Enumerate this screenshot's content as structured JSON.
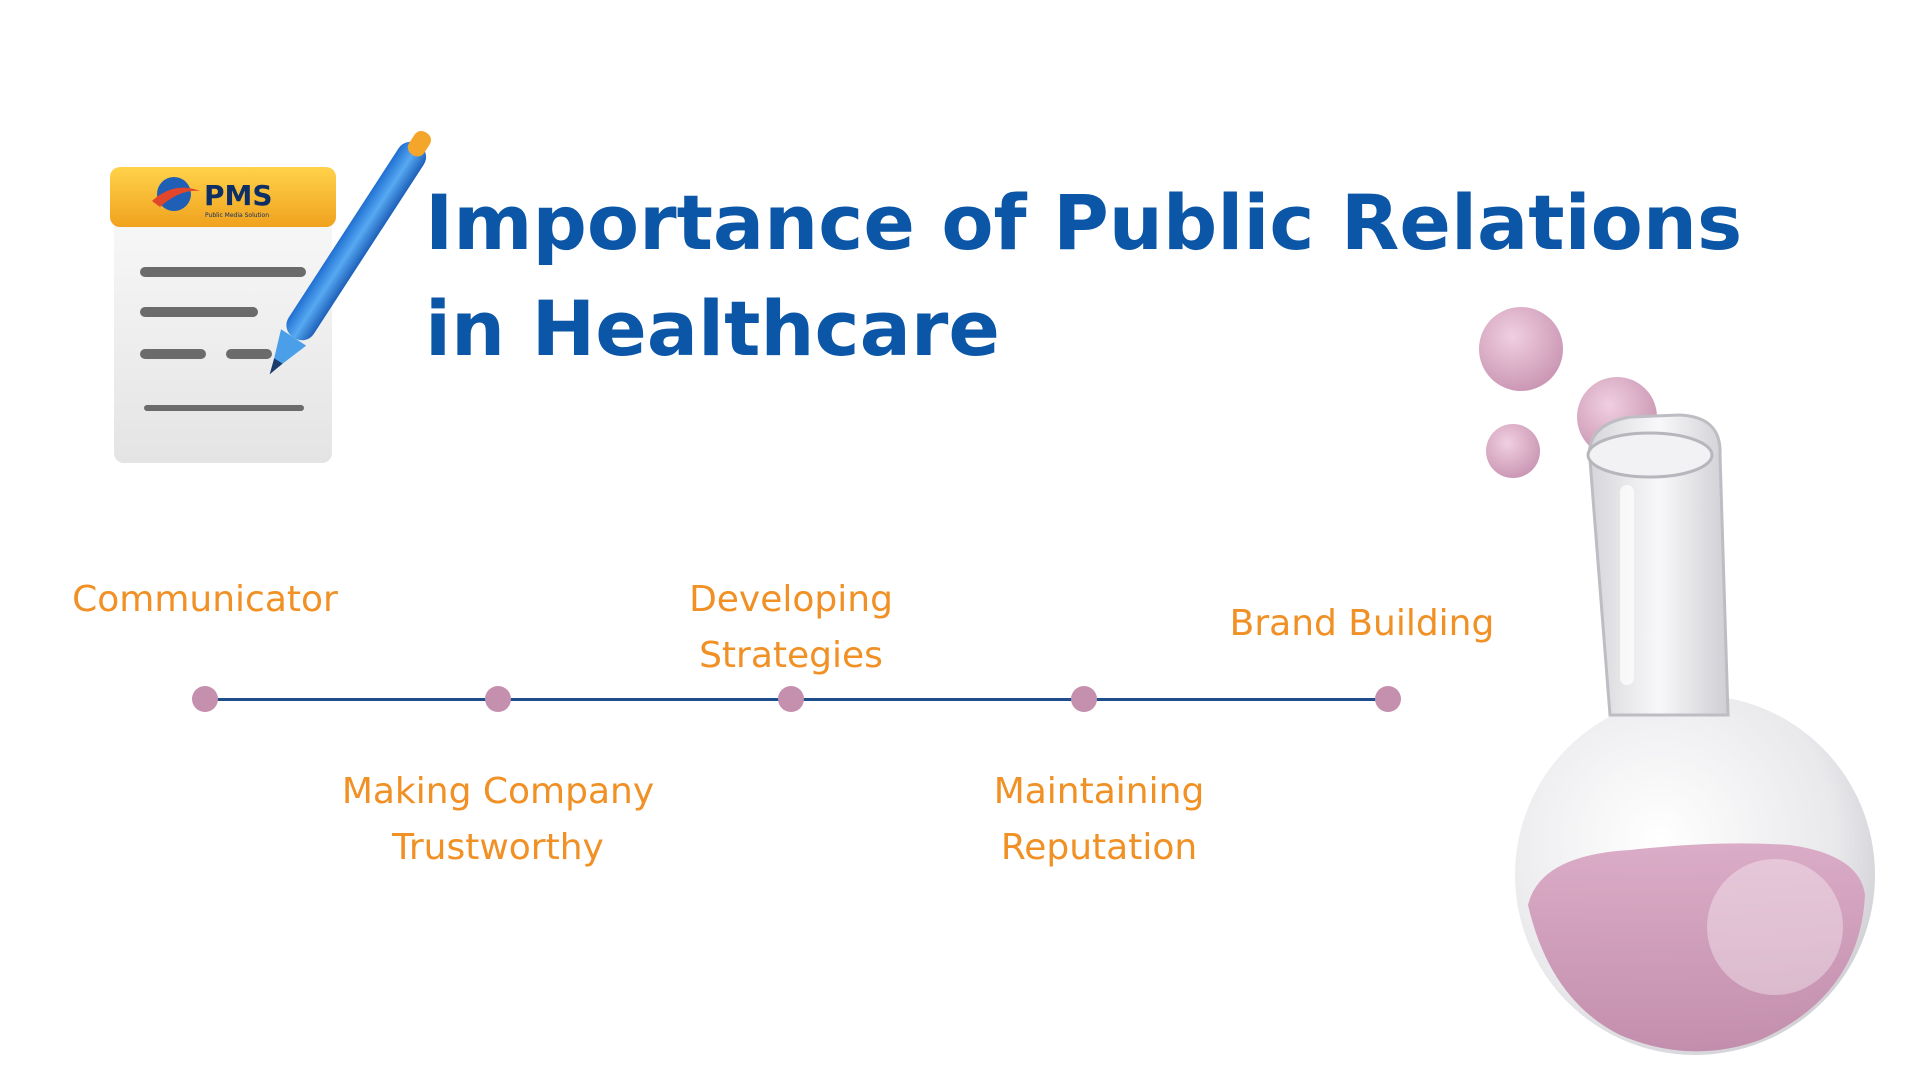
{
  "title": "Importance of Public Relations in Healthcare",
  "logo": {
    "brand": "PMS",
    "tagline": "Public Media Solution"
  },
  "timeline": {
    "line_color": "#1f4e8c",
    "dot_color": "#c58fae",
    "label_color": "#f09025",
    "items": [
      {
        "label": "Communicator",
        "position": "above"
      },
      {
        "label": "Making Company Trustworthy",
        "position": "below"
      },
      {
        "label": "Developing Strategies",
        "position": "above"
      },
      {
        "label": "Maintaining Reputation",
        "position": "below"
      },
      {
        "label": "Brand Building",
        "position": "above"
      }
    ]
  },
  "colors": {
    "title": "#0b56a6",
    "accent_pink": "#d7a9c1",
    "logo_orange": "#f4a62a"
  }
}
